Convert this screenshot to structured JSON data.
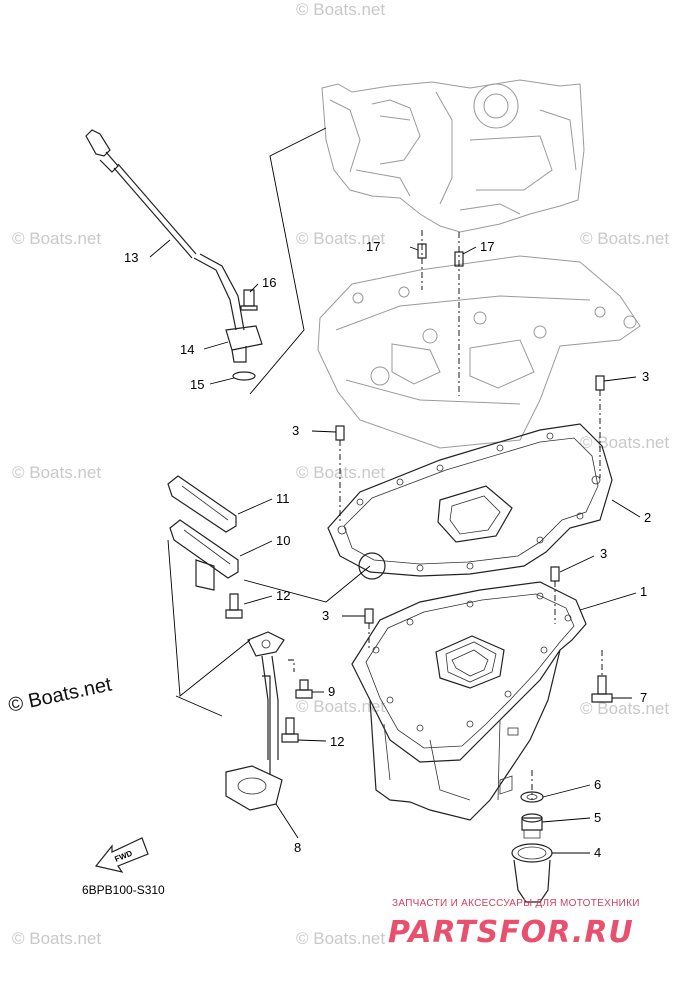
{
  "watermarks": {
    "text": "© Boats.net",
    "prominent": "© Boats.net"
  },
  "diagram_code": "6BPB100-S310",
  "fwd_label": "FWD",
  "footer": {
    "tagline": "ЗАПЧАСТИ И АКСЕССУАРЫ ДЛЯ МОТОТЕХНИКИ",
    "logo": "PARTSFOR.RU"
  },
  "callouts": {
    "c1": "1",
    "c2": "2",
    "c3a": "3",
    "c3b": "3",
    "c3c": "3",
    "c3d": "3",
    "c4": "4",
    "c5": "5",
    "c6": "6",
    "c7": "7",
    "c8": "8",
    "c9": "9",
    "c10": "10",
    "c11": "11",
    "c12a": "12",
    "c12b": "12",
    "c13": "13",
    "c14": "14",
    "c15": "15",
    "c16": "16",
    "c17a": "17",
    "c17b": "17"
  },
  "colors": {
    "ink": "#000000",
    "watermark": "#c9c9c9",
    "footer_red": "#e8506e"
  }
}
